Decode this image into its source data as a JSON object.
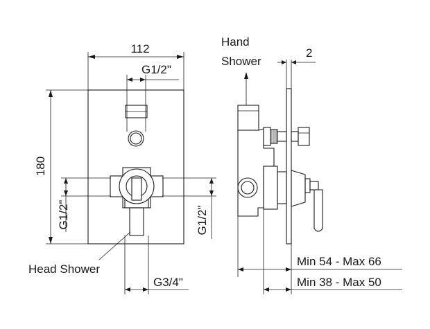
{
  "front_view": {
    "width_label": "112",
    "height_label": "180",
    "top_port_label": "G1/2\"",
    "left_port_label": "G1/2\"",
    "right_port_label": "G1/2\"",
    "bottom_port_label": "G3/4\"",
    "head_shower_label": "Head Shower"
  },
  "side_view": {
    "hand_shower_line1": "Hand",
    "hand_shower_line2": "Shower",
    "plate_thickness_label": "2",
    "depth_outer_label": "Min 54 - Max 66",
    "depth_inner_label": "Min 38 - Max 50"
  }
}
